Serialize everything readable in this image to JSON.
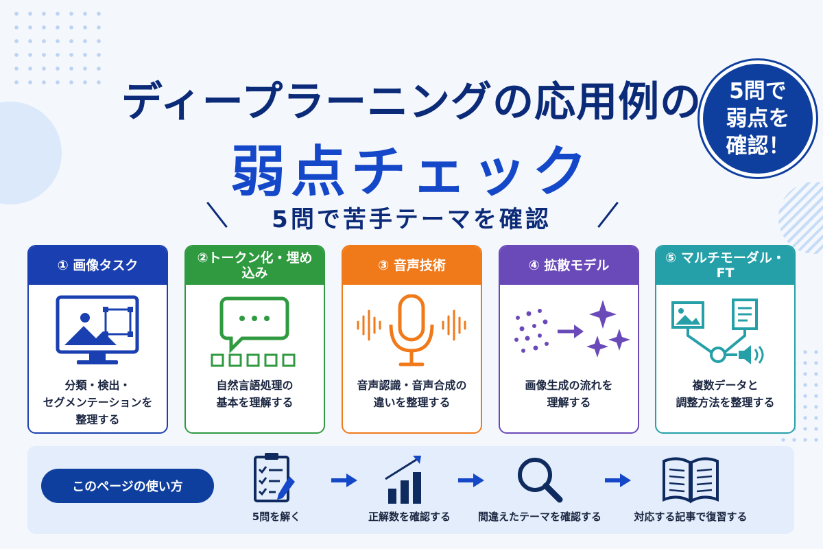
{
  "title": {
    "line1": "ディープラーニングの応用例の",
    "line2": "弱点チェック",
    "subtitle": "5問で苦手テーマを確認"
  },
  "badge": {
    "line1": "5問で",
    "line2": "弱点を",
    "line3": "確認！"
  },
  "cards": [
    {
      "label": "① 画像タスク",
      "desc1": "分類・検出・",
      "desc2": "セグメンテーションを",
      "desc3": "整理する",
      "color": "#1a3fb0",
      "icon": "image-detection-icon"
    },
    {
      "label": "②トークン化・埋め込み",
      "desc1": "自然言語処理の",
      "desc2": "基本を理解する",
      "color": "#2f9a3f",
      "icon": "chat-bubble-icon"
    },
    {
      "label": "③ 音声技術",
      "desc1": "音声認識・音声合成の",
      "desc2": "違いを整理する",
      "color": "#f07a1a",
      "icon": "microphone-icon"
    },
    {
      "label": "④ 拡散モデル",
      "desc1": "画像生成の流れを",
      "desc2": "理解する",
      "color": "#6a49b8",
      "icon": "sparkle-icon"
    },
    {
      "label": "⑤ マルチモーダル・FT",
      "desc1": "複数データと",
      "desc2": "調整方法を整理する",
      "color": "#25a0a8",
      "icon": "multimodal-icon"
    }
  ],
  "howto": {
    "label": "このページの使い方",
    "steps": [
      {
        "label": "5問を解く",
        "icon": "checklist-icon"
      },
      {
        "label": "正解数を確認する",
        "icon": "bar-chart-icon"
      },
      {
        "label": "間違えたテーマを確認する",
        "icon": "magnifier-icon"
      },
      {
        "label": "対応する記事で復習する",
        "icon": "open-book-icon"
      }
    ]
  }
}
